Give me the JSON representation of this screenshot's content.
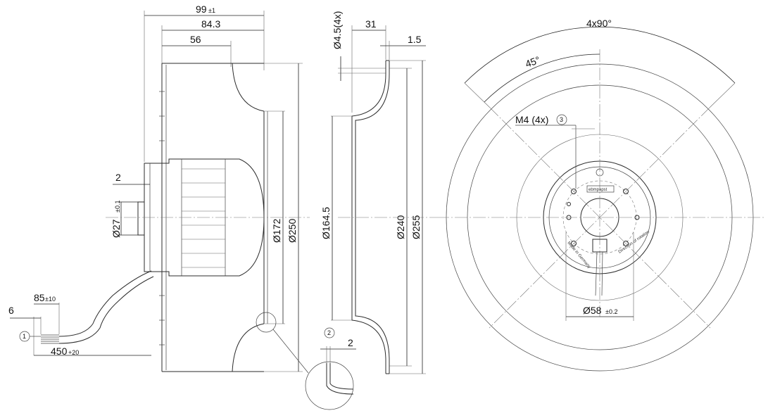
{
  "side_view": {
    "dim_overall_length": "99",
    "dim_overall_length_tol": "±1",
    "dim_body_length": "84.3",
    "dim_hub_depth": "56",
    "dim_flange": "2",
    "dim_shaft_dia": "Ø27",
    "dim_shaft_dia_tol": "±0.1",
    "dim_inlet_dia": "Ø172",
    "dim_wheel_dia": "Ø250",
    "cable_strip": "6",
    "cable_end": "85",
    "cable_end_tol": "±10",
    "cable_length": "450",
    "cable_length_tol": "+20",
    "callout_1": "1"
  },
  "nozzle_view": {
    "dim_holes": "Ø4.5(4x)",
    "dim_depth": "31",
    "dim_thickness": "1.5",
    "dim_inner_dia": "Ø164.5",
    "dim_bolt_circle": "Ø240",
    "dim_outer_dia": "Ø255",
    "callout_2": "2",
    "dim_detail": "2"
  },
  "front_view": {
    "dim_pattern": "4x90°",
    "dim_angle": "45°",
    "dim_thread": "M4 (4x)",
    "callout_3": "3",
    "dim_hub_dia": "Ø58",
    "dim_hub_dia_tol": "±0.2",
    "label_brand": "ebmpapst",
    "label_left": "Made in Germany",
    "label_right": "Direction of rotation"
  }
}
